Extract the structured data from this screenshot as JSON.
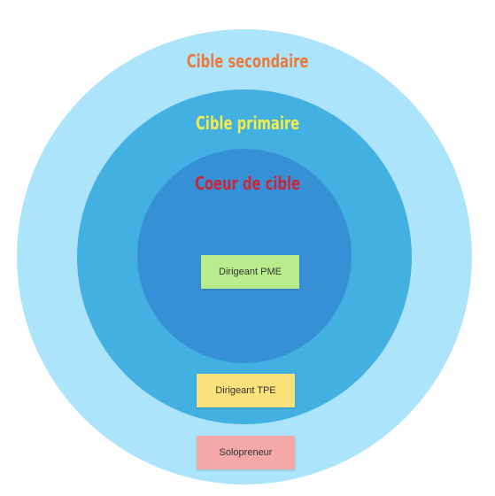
{
  "colors": {
    "outer_ring": "#ace4fc",
    "middle_ring": "#43b0e2",
    "inner_ring": "#3790d5",
    "label_secondary": "#ea7a3c",
    "label_primary": "#f4ea4a",
    "label_core": "#c8283a",
    "note_pme": "#b8ec8c",
    "note_tpe": "#fbe17a",
    "note_solo": "#f4a8a8"
  },
  "rings": {
    "secondary": {
      "label": "Cible secondaire"
    },
    "primary": {
      "label": "Cible primaire"
    },
    "core": {
      "label": "Coeur de cible"
    }
  },
  "notes": {
    "pme": "Dirigeant PME",
    "tpe": "Dirigeant TPE",
    "solo": "Solopreneur"
  }
}
